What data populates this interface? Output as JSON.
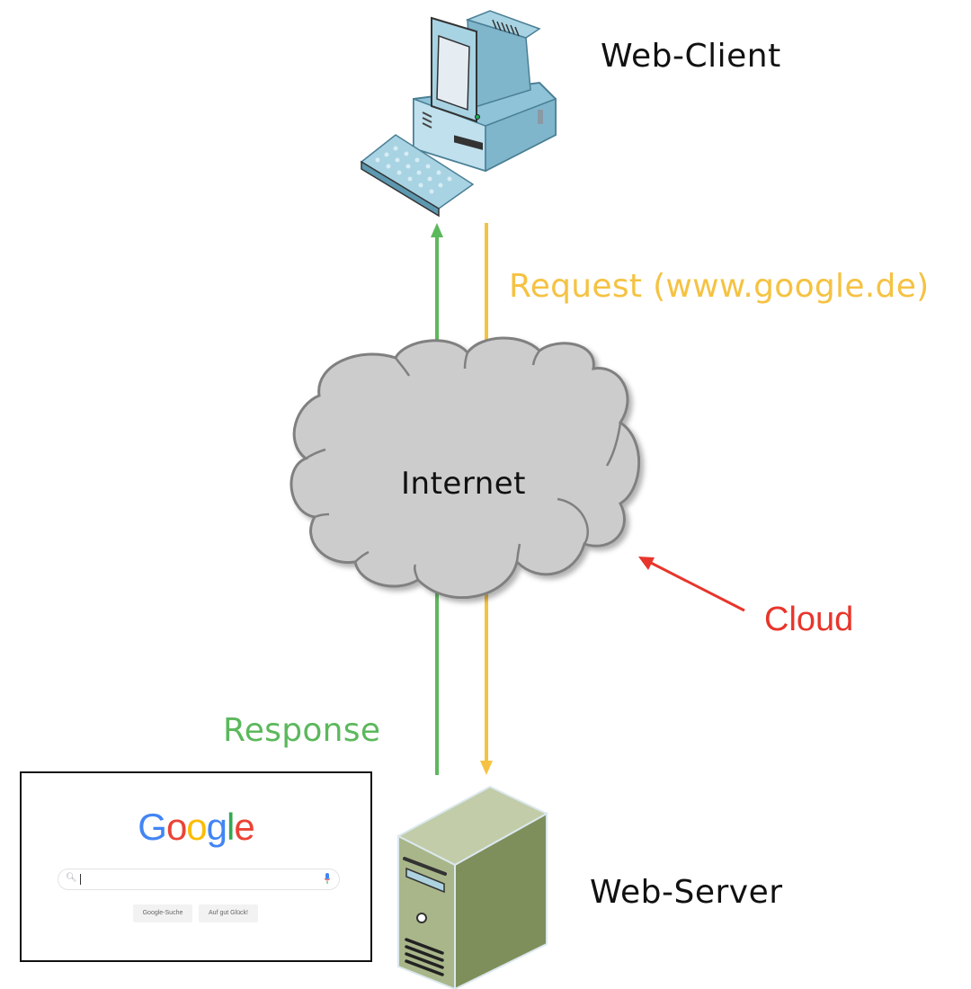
{
  "labels": {
    "web_client": "Web-Client",
    "web_server": "Web-Server",
    "request": "Request (www.google.de)",
    "response": "Response",
    "internet": "Internet",
    "cloud": "Cloud"
  },
  "google_screenshot": {
    "logo_letters": [
      "G",
      "o",
      "o",
      "g",
      "l",
      "e"
    ],
    "search_value": "",
    "buttons": {
      "search": "Google-Suche",
      "lucky": "Auf gut Glück!"
    }
  },
  "icons": {
    "client": "desktop-computer-icon",
    "server": "tower-server-icon",
    "cloud": "cloud-shape",
    "search": "magnifier-icon",
    "mic": "microphone-icon"
  },
  "colors": {
    "response": "#5cb85c",
    "request": "#f5c242",
    "cloud_annotation": "#e8352b",
    "cloud_fill": "#cccccc",
    "cloud_stroke": "#808080",
    "client_blue": "#9cc9dc",
    "server_green": "#8a9a6a"
  }
}
